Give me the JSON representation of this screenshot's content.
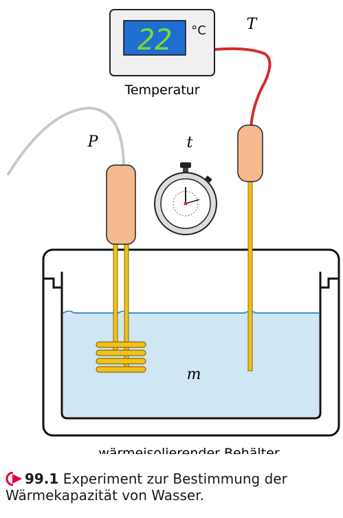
{
  "display": {
    "value": "22",
    "unit": "°C"
  },
  "labels": {
    "thermometer_symbol": "T",
    "power_symbol": "P",
    "time_symbol": "t",
    "mass_symbol": "m",
    "thermometer_name": "Temperatur",
    "container_name": "wärmeisolierender Behälter"
  },
  "caption": {
    "number": "99.1",
    "text_line1": "Experiment zur Bestimmung der",
    "text_line2": "Wärmekapazität von Wasser."
  },
  "colors": {
    "water": "#cfe6f5",
    "water_line": "#3b8fd0",
    "heater_handle": "#f4b98c",
    "rod": "#f0c01c",
    "cable_power": "#c8c8c8",
    "cable_sensor": "#d62a2a",
    "display_bg": "#1e6fd0",
    "display_digits": "#7cd835",
    "accent": "#e0003c"
  },
  "icons": {
    "caption_marker": "play-circle-icon"
  }
}
